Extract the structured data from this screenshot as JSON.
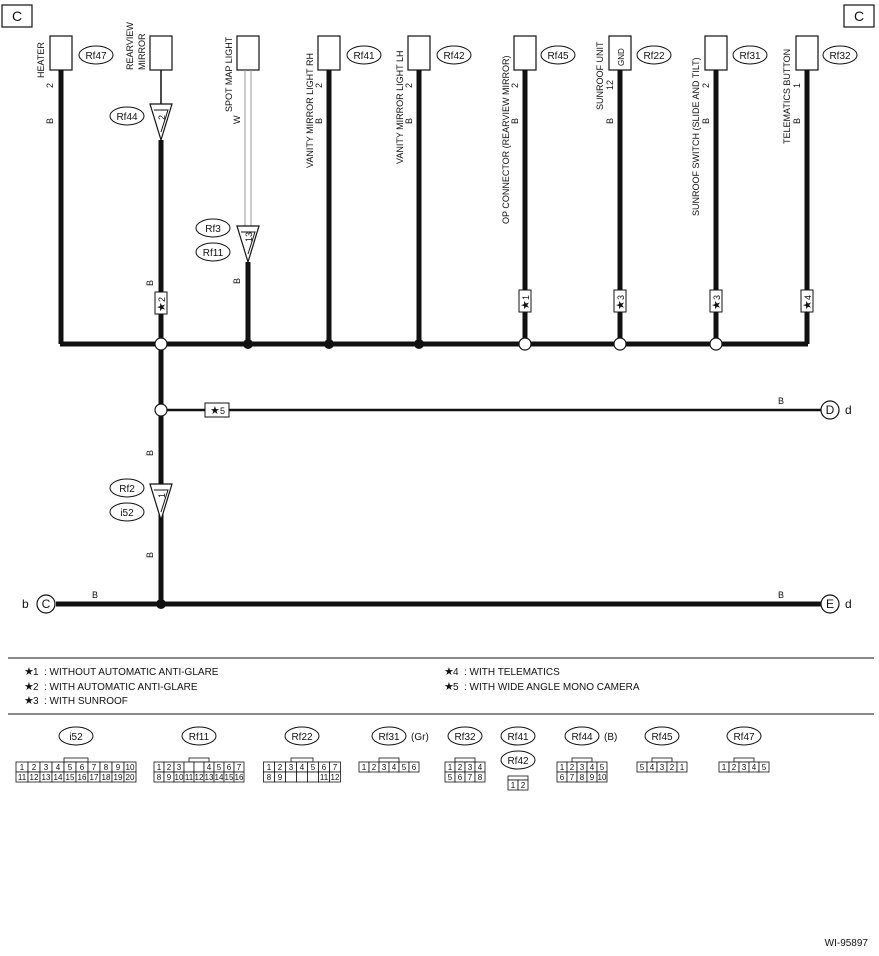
{
  "corner_labels": {
    "top_left": "C",
    "top_right": "C"
  },
  "components": [
    {
      "id": "heater",
      "name": "HEATER",
      "pin": "2",
      "ref": "Rf47",
      "wire": "B"
    },
    {
      "id": "rearview",
      "name_line1": "REARVIEW",
      "name_line2": "MIRROR",
      "pin": "2",
      "ref": "Rf44",
      "wire": "B",
      "joint": "2",
      "option": "2"
    },
    {
      "id": "spotmap",
      "name": "SPOT MAP LIGHT",
      "pin": "13",
      "ref1": "Rf3",
      "ref2": "Rf11",
      "wire_top": "W",
      "wire_bottom": "B"
    },
    {
      "id": "vanity_rh",
      "name": "VANITY MIRROR LIGHT RH",
      "pin": "2",
      "ref": "Rf41",
      "wire": "B"
    },
    {
      "id": "vanity_lh",
      "name": "VANITY MIRROR LIGHT LH",
      "pin": "2",
      "ref": "Rf42",
      "wire": "B"
    },
    {
      "id": "op_conn",
      "name": "OP CONNECTOR (REARVIEW MIRROR)",
      "pin": "2",
      "ref": "Rf45",
      "wire": "B",
      "option": "1"
    },
    {
      "id": "sunroof_unit",
      "name": "SUNROOF UNIT",
      "pin": "12",
      "pin_tag": "GND",
      "ref": "Rf22",
      "wire": "B",
      "option": "3"
    },
    {
      "id": "sunroof_switch",
      "name": "SUNROOF SWITCH (SLIDE AND TILT)",
      "pin": "2",
      "ref": "Rf31",
      "wire": "B",
      "option": "3"
    },
    {
      "id": "telematics",
      "name": "TELEMATICS BUTTON",
      "pin": "1",
      "ref": "Rf32",
      "wire": "B",
      "option": "4"
    }
  ],
  "junction": {
    "wire_upper": "B",
    "wire_lower": "B",
    "pin": "1",
    "ref1": "Rf2",
    "ref2": "i52",
    "option_star5": "5",
    "d_wire": "B",
    "d_circle": "D",
    "d_letter": "d",
    "bottom_left_letter": "b",
    "bottom_left_circle": "C",
    "bottom_wire_left": "B",
    "bottom_wire_right": "B",
    "e_circle": "E",
    "e_letter": "d"
  },
  "notes": [
    {
      "num": "1",
      "text": ": WITHOUT AUTOMATIC ANTI-GLARE"
    },
    {
      "num": "2",
      "text": ": WITH AUTOMATIC ANTI-GLARE"
    },
    {
      "num": "3",
      "text": ": WITH SUNROOF"
    },
    {
      "num": "4",
      "text": ": WITH TELEMATICS"
    },
    {
      "num": "5",
      "text": ": WITH WIDE ANGLE MONO CAMERA"
    }
  ],
  "star_symbol": "★",
  "connectors": [
    {
      "code": "i52",
      "color": "",
      "rows": [
        [
          "1",
          "2",
          "3",
          "4",
          "5",
          "6",
          "7",
          "8",
          "9",
          "10"
        ],
        [
          "11",
          "12",
          "13",
          "14",
          "15",
          "16",
          "17",
          "18",
          "19",
          "20"
        ]
      ]
    },
    {
      "code": "Rf11",
      "color": "",
      "rows": [
        [
          "1",
          "2",
          "3",
          "",
          "",
          "4",
          "5",
          "6",
          "7"
        ],
        [
          "8",
          "9",
          "10",
          "11",
          "12",
          "13",
          "14",
          "15",
          "16"
        ]
      ]
    },
    {
      "code": "Rf22",
      "color": "",
      "rows": [
        [
          "1",
          "2",
          "3",
          "4",
          "5",
          "6",
          "7"
        ],
        [
          "8",
          "9",
          "",
          "",
          "",
          "11",
          "12"
        ]
      ]
    },
    {
      "code": "Rf31",
      "color": "(Gr)",
      "rows": [
        [
          "1",
          "2",
          "3",
          "4",
          "5",
          "6"
        ]
      ]
    },
    {
      "code": "Rf32",
      "color": "",
      "rows": [
        [
          "1",
          "2",
          "3",
          "4"
        ],
        [
          "5",
          "6",
          "7",
          "8"
        ]
      ]
    },
    {
      "code": "Rf41",
      "code2": "Rf42",
      "color": "",
      "rows": [
        [
          "1",
          "2"
        ]
      ]
    },
    {
      "code": "Rf44",
      "color": "(B)",
      "rows": [
        [
          "1",
          "2",
          "3",
          "4",
          "5"
        ],
        [
          "6",
          "7",
          "8",
          "9",
          "10"
        ]
      ]
    },
    {
      "code": "Rf45",
      "color": "",
      "rows": [
        [
          "5",
          "4",
          "3",
          "2",
          "1"
        ]
      ]
    },
    {
      "code": "Rf47",
      "color": "",
      "rows": [
        [
          "1",
          "2",
          "3",
          "4",
          "5"
        ]
      ]
    }
  ],
  "figure_id": "WI-95897"
}
